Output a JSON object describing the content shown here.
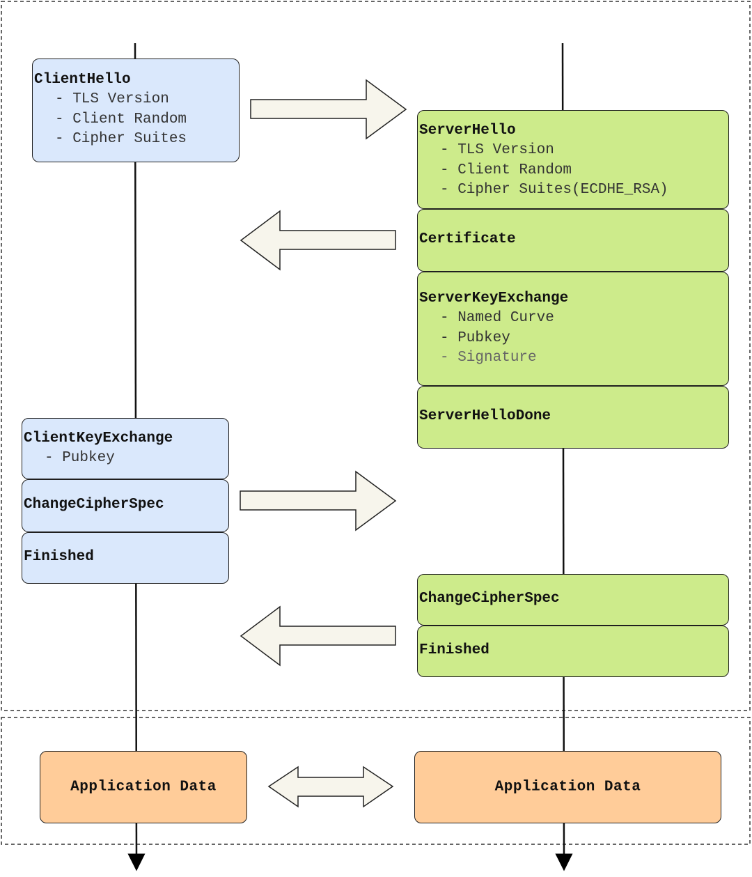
{
  "client_hello": {
    "title": "ClientHello",
    "items": [
      "- TLS Version",
      "- Client Random",
      "- Cipher Suites"
    ]
  },
  "server_hello": {
    "title": "ServerHello",
    "items": [
      "- TLS Version",
      "- Client Random",
      "- Cipher Suites(ECDHE_RSA)"
    ]
  },
  "certificate": {
    "title": "Certificate"
  },
  "server_key_exchange": {
    "title": "ServerKeyExchange",
    "items": [
      "- Named Curve",
      "- Pubkey",
      "- Signature"
    ]
  },
  "server_hello_done": {
    "title": "ServerHelloDone"
  },
  "client_key_exchange": {
    "title": "ClientKeyExchange",
    "items": [
      "- Pubkey"
    ]
  },
  "client_change_cipher_spec": {
    "title": "ChangeCipherSpec"
  },
  "client_finished": {
    "title": "Finished"
  },
  "server_change_cipher_spec": {
    "title": "ChangeCipherSpec"
  },
  "server_finished": {
    "title": "Finished"
  },
  "client_app_data": {
    "label": "Application Data"
  },
  "server_app_data": {
    "label": "Application Data"
  },
  "colors": {
    "client_box": "#dae8fc",
    "server_box": "#cdeb8b",
    "app_data_box": "#ffcc99",
    "arrow_fill": "#f7f5ec"
  }
}
